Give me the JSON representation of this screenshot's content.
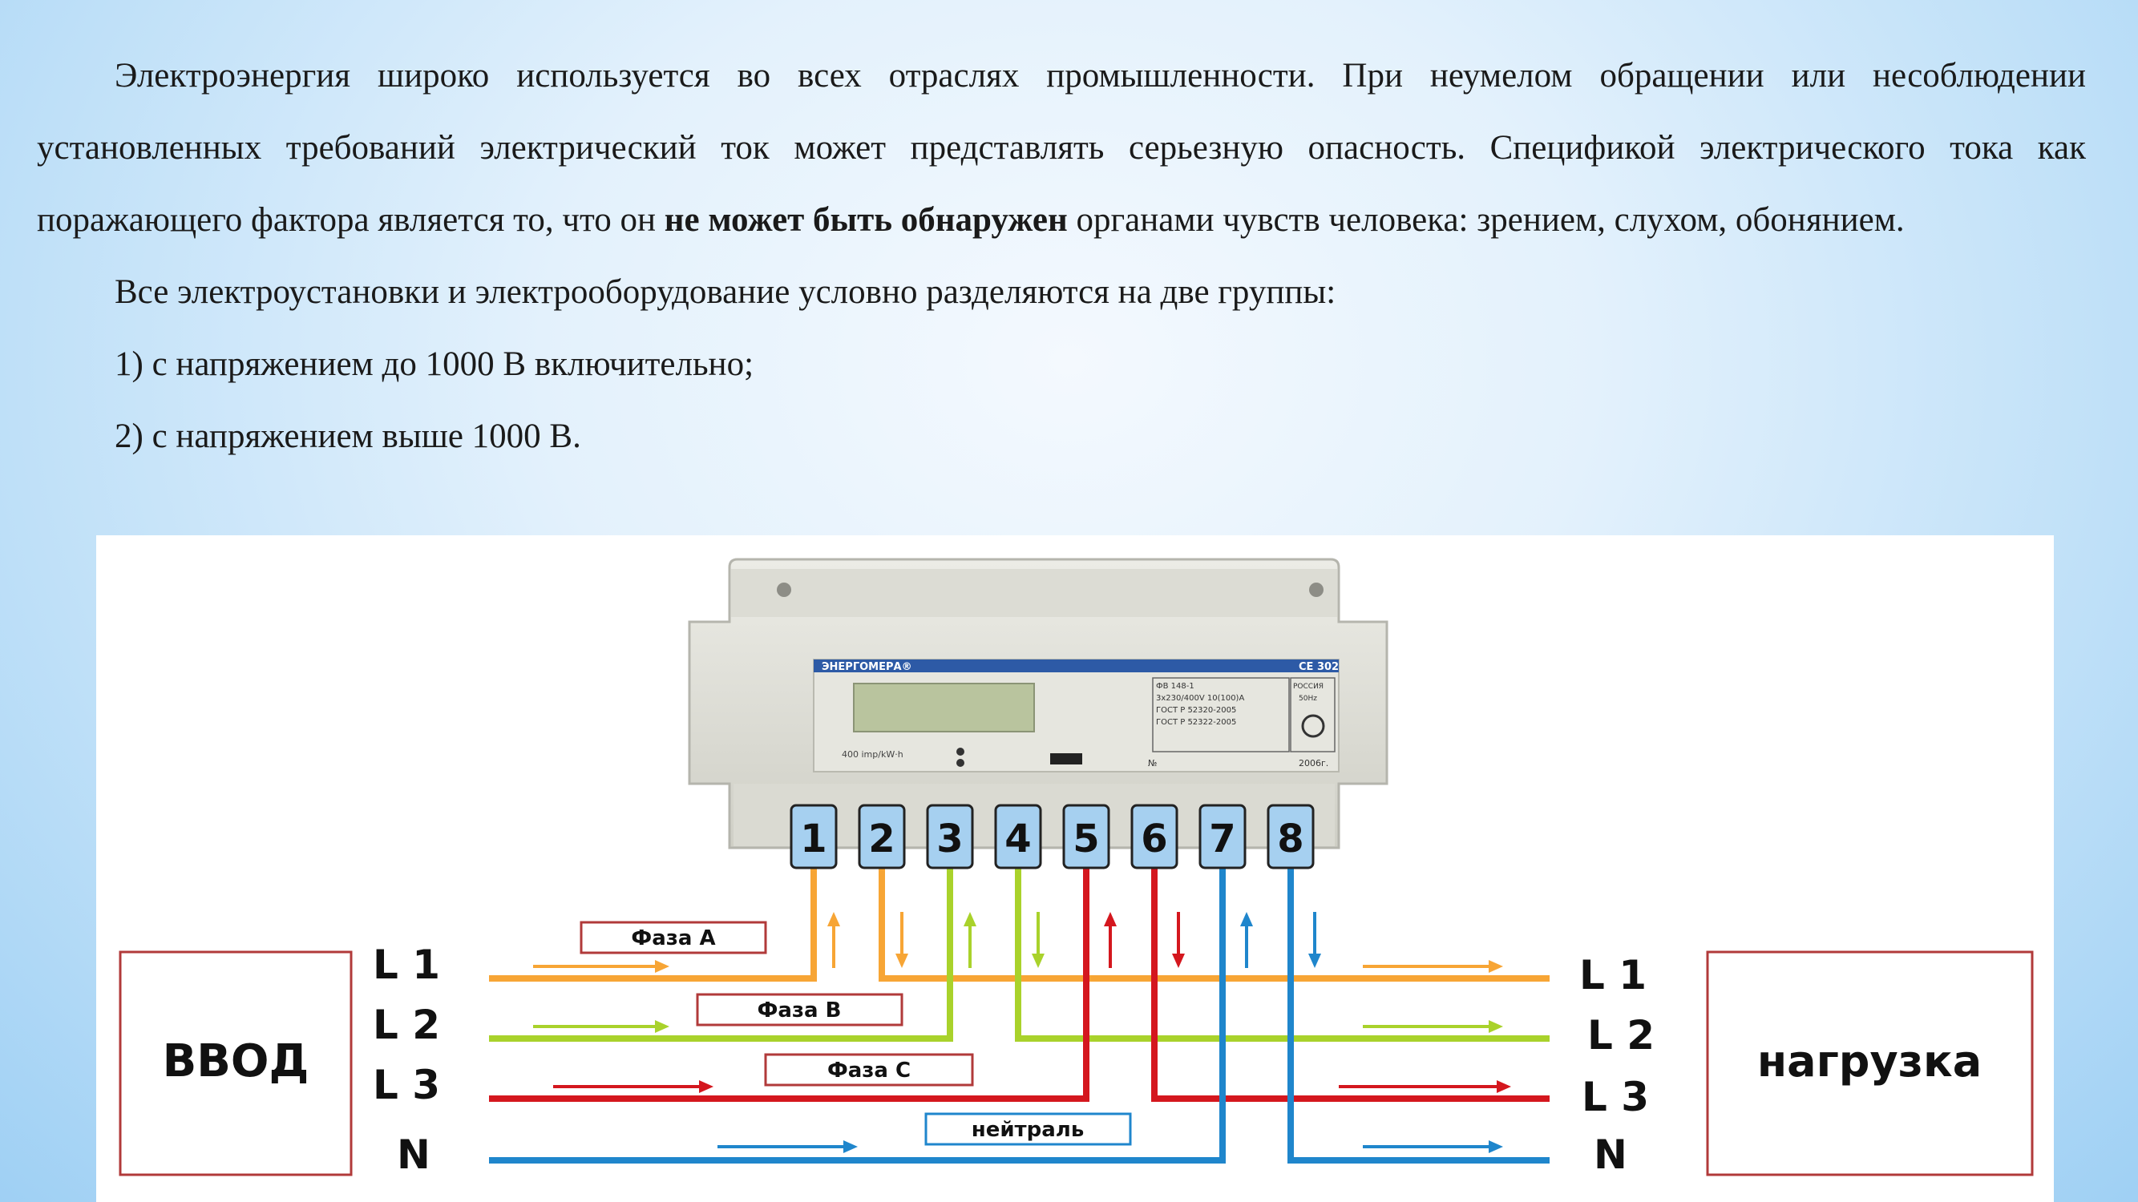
{
  "paragraphs": {
    "p1_before": "Электроэнергия широко используется во всех отраслях промышленности. При неумелом обращении или несоблюдении установленных требований электрический ток может представлять серьезную опасность. Спецификой электрического тока как поражающего фактора является то, что он ",
    "p1_bold": "не может быть обнаружен",
    "p1_after": " органами чувств человека: зрением, слухом, обонянием.",
    "p2": "Все электроустановки и электрооборудование условно разделяются на две группы:",
    "item1": "1) с напряжением до 1000 В включительно;",
    "item2": "2) с напряжением выше 1000 В."
  },
  "diagram": {
    "input_box": "ВВОД",
    "load_box": "нагрузка",
    "left_lines": [
      "L 1",
      "L 2",
      "L 3",
      "N"
    ],
    "right_lines": [
      "L 1",
      "L 2",
      "L 3",
      "N"
    ],
    "phase_labels": [
      "Фаза А",
      "Фаза В",
      "Фаза С",
      "нейтраль"
    ],
    "terminals": [
      "1",
      "2",
      "3",
      "4",
      "5",
      "6",
      "7",
      "8"
    ],
    "meter": {
      "brand": "ЭНЕРГОМЕРА®",
      "model": "СЕ 302",
      "impulses": "400 imp/kW·h",
      "spec_lines": [
        "ФВ 148-1",
        "3x230/400V  10(100)А",
        "ГОСТ Р 52320-2005",
        "ГОСТ Р 52322-2005"
      ],
      "country": "РОССИЯ",
      "freq": "50Hz",
      "year": "2006г.",
      "serial_label": "№"
    },
    "colors": {
      "L1": "#f7a535",
      "L2": "#a9d22b",
      "L3": "#d4171e",
      "N": "#1f86cc"
    }
  }
}
